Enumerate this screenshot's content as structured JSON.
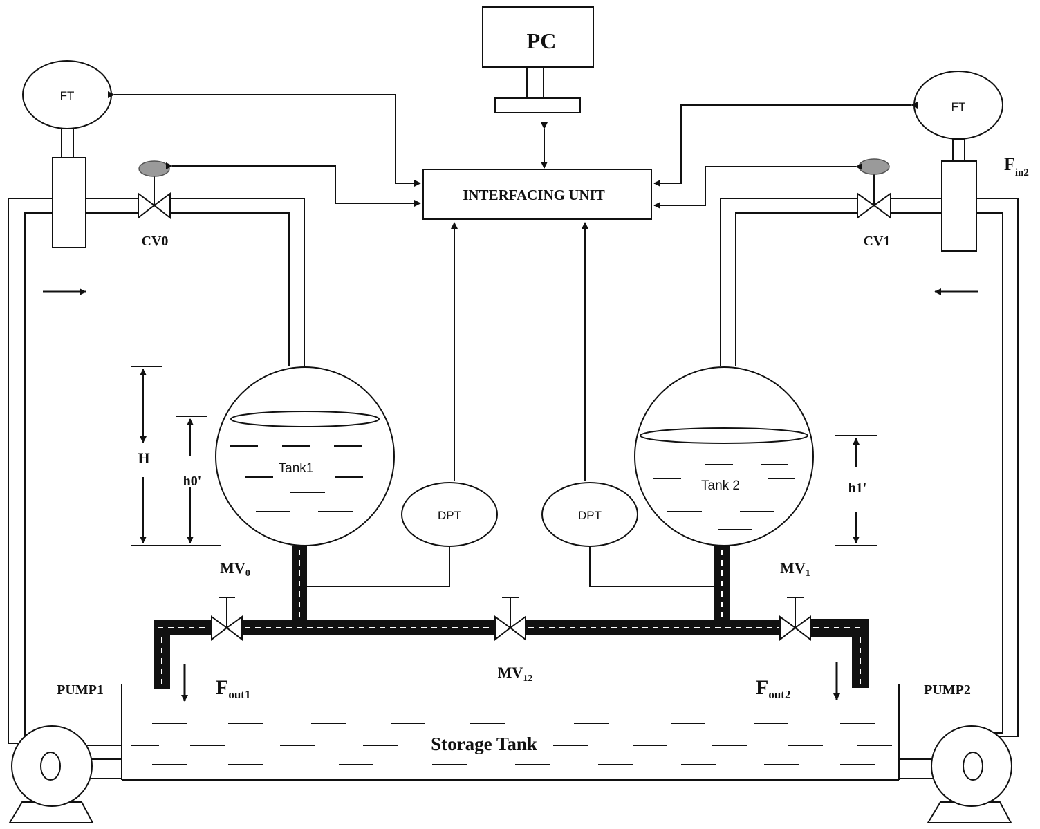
{
  "labels": {
    "pc": "PC",
    "interfacing_unit": "INTERFACING UNIT",
    "ft_left": "FT",
    "ft_right": "FT",
    "cv0": "CV0",
    "cv1": "CV1",
    "fin2_main": "F",
    "fin2_sub": "in2",
    "tank1": "Tank1",
    "tank2": "Tank 2",
    "dpt_left": "DPT",
    "dpt_right": "DPT",
    "h_total": "H",
    "h0": "h0'",
    "h1": "h1'",
    "mv0_main": "MV",
    "mv0_sub": "0",
    "mv1_main": "MV",
    "mv1_sub": "1",
    "mv12_main": "MV",
    "mv12_sub": "12",
    "fout1_main": "F",
    "fout1_sub": "out1",
    "fout2_main": "F",
    "fout2_sub": "out2",
    "pump1": "PUMP1",
    "pump2": "PUMP2",
    "storage_tank": "Storage Tank"
  },
  "colors": {
    "line": "#111111",
    "valve_actuator": "#9a9a9a",
    "pipe_fill": "#111111"
  }
}
